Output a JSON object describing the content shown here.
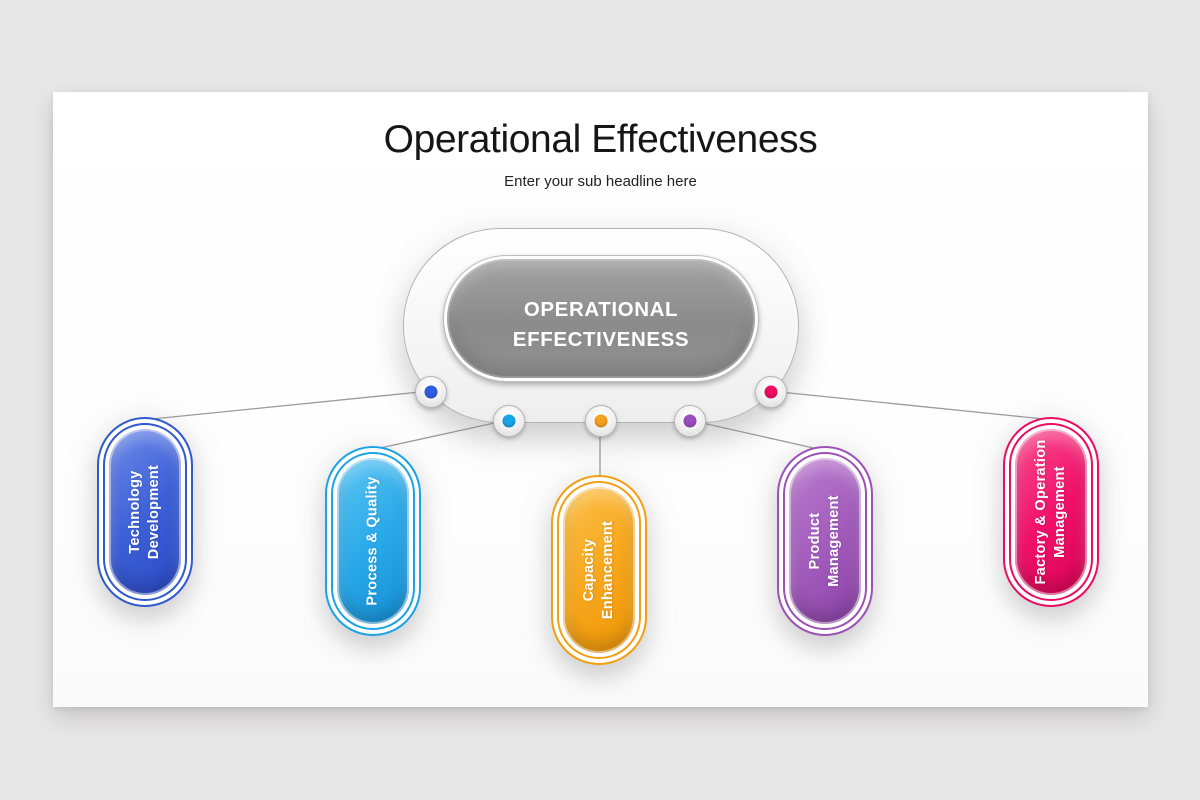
{
  "page": {
    "background_color": "#e9e8e8",
    "slide_color": "#ffffff"
  },
  "header": {
    "title": "Operational Effectiveness",
    "subtitle": "Enter your sub headline here"
  },
  "center_node": {
    "lines": [
      "OPERATIONAL",
      "EFFECTIVENESS"
    ],
    "fill_color": "#8f8f8f",
    "text_color": "#ffffff"
  },
  "nodes": [
    {
      "name": "technology-development",
      "lines": [
        "Technology",
        "Development"
      ],
      "color": "#3d60d8",
      "dot_color": "#2e5de4"
    },
    {
      "name": "process-quality",
      "lines": [
        "Process & Quality"
      ],
      "color": "#29a9e9",
      "dot_color": "#18a6ea"
    },
    {
      "name": "capacity-enhancement",
      "lines": [
        "Capacity",
        "Enhancement"
      ],
      "color": "#f7a71d",
      "dot_color": "#f6a21c"
    },
    {
      "name": "product-management",
      "lines": [
        "Product",
        "Management"
      ],
      "color": "#a35cbc",
      "dot_color": "#9a4fc0"
    },
    {
      "name": "factory-operation-management",
      "lines": [
        "Factory & Operation",
        "Management"
      ],
      "color": "#f1116a",
      "dot_color": "#ee0e63"
    }
  ],
  "connector_line_color": "#9b9b9b"
}
